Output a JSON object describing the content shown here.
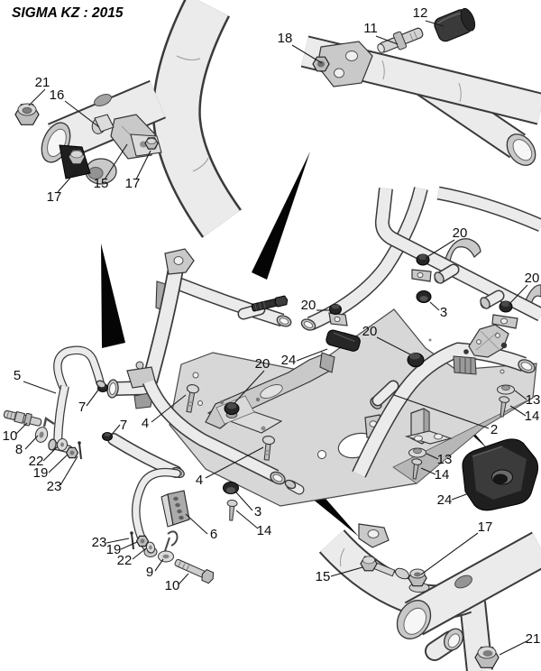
{
  "title": "SIGMA KZ : 2015",
  "colors": {
    "line": "#3a3a3a",
    "metal_light": "#ebebeb",
    "pan": "#d7d7d7",
    "part_dark": "#1f1f1f"
  },
  "callouts": [
    {
      "part": "21"
    },
    {
      "part": "16"
    },
    {
      "part": "17"
    },
    {
      "part": "15"
    },
    {
      "part": "17"
    },
    {
      "part": "18"
    },
    {
      "part": "11"
    },
    {
      "part": "12"
    },
    {
      "part": "20"
    },
    {
      "part": "20"
    },
    {
      "part": "3"
    },
    {
      "part": "20"
    },
    {
      "part": "20"
    },
    {
      "part": "24"
    },
    {
      "part": "20"
    },
    {
      "part": "4"
    },
    {
      "part": "5"
    },
    {
      "part": "7"
    },
    {
      "part": "7"
    },
    {
      "part": "10"
    },
    {
      "part": "8"
    },
    {
      "part": "22"
    },
    {
      "part": "19"
    },
    {
      "part": "23"
    },
    {
      "part": "2"
    },
    {
      "part": "13"
    },
    {
      "part": "14"
    },
    {
      "part": "13"
    },
    {
      "part": "14"
    },
    {
      "part": "24"
    },
    {
      "part": "4"
    },
    {
      "part": "3"
    },
    {
      "part": "14"
    },
    {
      "part": "6"
    },
    {
      "part": "23"
    },
    {
      "part": "19"
    },
    {
      "part": "22"
    },
    {
      "part": "9"
    },
    {
      "part": "10"
    },
    {
      "part": "17"
    },
    {
      "part": "15"
    },
    {
      "part": "21"
    }
  ]
}
